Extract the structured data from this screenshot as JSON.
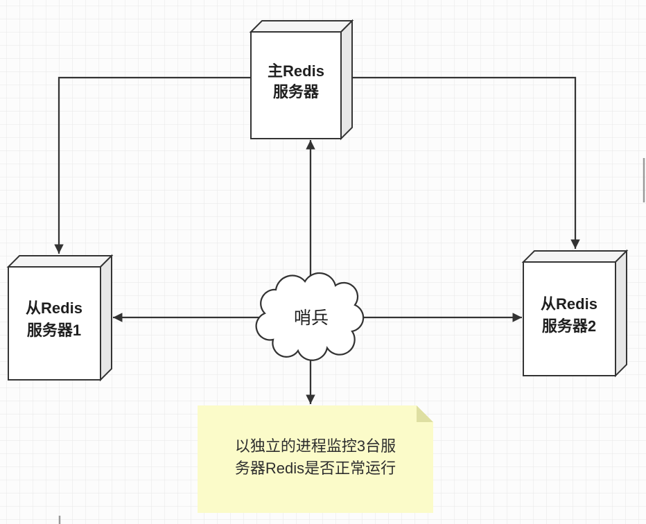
{
  "diagram": {
    "nodes": {
      "master": {
        "line1": "主Redis",
        "line2": "服务器"
      },
      "slave1": {
        "line1": "从Redis",
        "line2": "服务器1"
      },
      "slave2": {
        "line1": "从Redis",
        "line2": "服务器2"
      },
      "sentinel": {
        "label": "哨兵"
      },
      "note": {
        "line1": "以独立的进程监控3台服",
        "line2": "务器Redis是否正常运行"
      }
    },
    "colors": {
      "connector_line": "#333333",
      "node_fill": "#ffffff",
      "node_top_face": "#f4f4f4",
      "node_side_face": "#e7e7e7",
      "note_fill": "#fbfbc9",
      "note_fold": "#dedfa2",
      "grid_line": "#e6e6e6",
      "background": "#fcfcfc",
      "label_text": "#1f1f1f"
    }
  }
}
